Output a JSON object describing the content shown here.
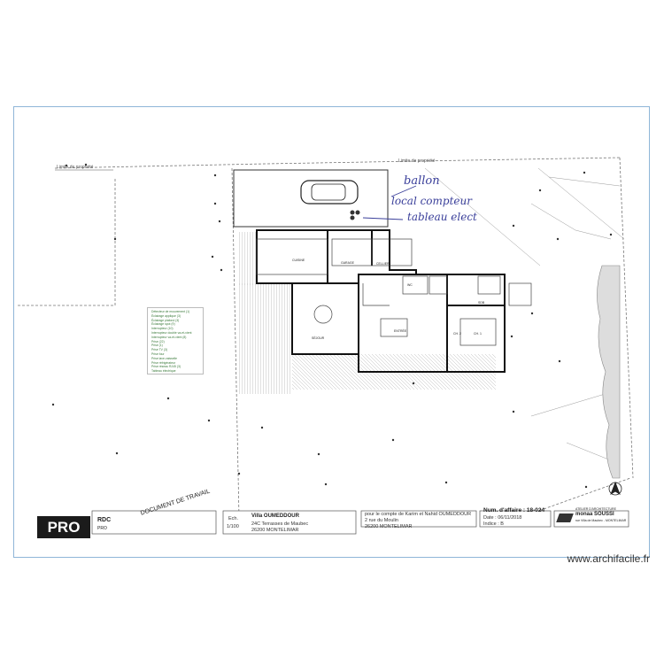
{
  "labels": {
    "property_line_left": "Limite de propriété",
    "property_line_top": "Limite de propriété"
  },
  "handwriting": {
    "line1": "ballon",
    "line2": "local compteur",
    "line3": "tableau elect"
  },
  "legend": {
    "items": [
      "Détecteur de mouvement (1)",
      "Éclairage applique (3)",
      "Éclairage plafond (3)",
      "Éclairage spot (9)",
      "Interrupteur (10)",
      "Interrupteur double va-et-vient",
      "Interrupteur va-et-vient (8)",
      "Prise (22)",
      "Prise (1)",
      "Prise TV (3)",
      "Prise four",
      "Prise lave-vaisselle",
      "Prise réfrigérateur",
      "Prise réseau RJ45 (3)",
      "Tableau électrique"
    ]
  },
  "cartouche": {
    "badge": "PRO",
    "level_title": "RDC",
    "level_sub": "PRO",
    "stamp": "DOCUMENT DE TRAVAIL",
    "scale_label": "Ech.",
    "scale_value": "1/100",
    "project_name": "Villa OUMEDDOUR",
    "project_addr1": "24C Terrasses de Maubec",
    "project_addr2": "26200 MONTELIMAR",
    "client_line1": "pour le compte de Karim et Nahid OUMEDDOUR",
    "client_line2": "2 rue du Moulin",
    "client_line3": "26200 MONTELIMAR",
    "affaire": "Num. d'affaire : 18-024",
    "date": "Date : 06/11/2018",
    "indice": "Indice : B",
    "firm_line1": "ATELIER D'ARCHITECTURE",
    "firm_line2": "monaa SOUSSI",
    "firm_line3": "rue Villa de Maubec - MONTELIMAR"
  },
  "rooms": [
    "SÉJOUR",
    "CUISINE",
    "ENTRÉE",
    "CH. 1",
    "SDB",
    "WC",
    "CELLIER",
    "GARAGE",
    "CH. 2"
  ],
  "watermark": "www.archifacile.fr"
}
